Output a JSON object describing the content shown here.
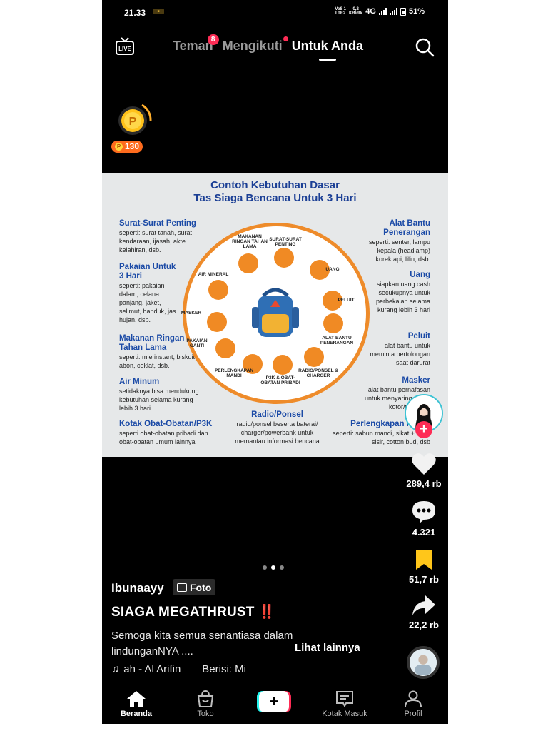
{
  "status_bar": {
    "time": "21.33",
    "network_top": "Vo8 1",
    "network_bottom": "LTE2",
    "speed_top": "0,2",
    "speed_bottom": "KB/dtk",
    "signal_type": "4G",
    "battery": "51%"
  },
  "top_nav": {
    "tabs": [
      {
        "label": "Teman",
        "badge": "8"
      },
      {
        "label": "Mengikuti"
      },
      {
        "label": "Untuk Anda"
      }
    ]
  },
  "coin_widget": {
    "points": "130",
    "prefix": "P"
  },
  "poster": {
    "title_line1": "Contoh Kebutuhan Dasar",
    "title_line2": "Tas Siaga Bencana Untuk 3 Hari",
    "left_items": [
      {
        "heading": "Surat-Surat Penting",
        "text": "seperti: surat tanah, surat kendaraan, ijasah, akte kelahiran, dsb."
      },
      {
        "heading": "Pakaian Untuk 3 Hari",
        "text": "seperti: pakaian dalam, celana panjang, jaket, selimut, handuk, jas hujan, dsb."
      },
      {
        "heading": "Makanan Ringan Tahan Lama",
        "text": "seperti: mie instant, biskuit, abon, coklat, dsb."
      },
      {
        "heading": "Air Minum",
        "text": "setidaknya bisa mendukung kebutuhan selama kurang lebih 3 hari"
      },
      {
        "heading": "Kotak Obat-Obatan/P3K",
        "text": "seperti obat-obatan pribadi dan obat-obatan umum lainnya"
      }
    ],
    "right_items": [
      {
        "heading": "Alat Bantu Penerangan",
        "text": "seperti: senter, lampu kepala (headlamp) korek api, lilin, dsb."
      },
      {
        "heading": "Uang",
        "text": "siapkan uang cash secukupnya untuk perbekalan selama kurang lebih 3 hari"
      },
      {
        "heading": "Peluit",
        "text": "alat bantu untuk meminta pertolongan saat darurat"
      },
      {
        "heading": "Masker",
        "text": "alat bantu pernafasan untuk menyaring udara kotor/tercemar"
      },
      {
        "heading": "Perlengkapan Mandi",
        "text": "seperti: sabun mandi, sikat + odol, sisir, cotton bud, dsb"
      }
    ],
    "center_item": {
      "heading": "Radio/Ponsel",
      "text": "radio/ponsel beserta baterai/ charger/powerbank untuk memantau informasi bencana"
    },
    "circle_labels": [
      "MAKANAN RINGAN TAHAN LAMA",
      "SURAT-SURAT PENTING",
      "UANG",
      "AIR MINERAL",
      "PELUIT",
      "MASKER",
      "ALAT BANTU PENERANGAN",
      "PAKAIAN GANTI",
      "PERLENGKAPAN MANDI",
      "P3K & OBAT-OBATAN PRIBADI",
      "RADIO/PONSEL & CHARGER"
    ]
  },
  "actions": {
    "likes": "289,4 rb",
    "comments": "4.321",
    "saves": "51,7 rb",
    "shares": "22,2 rb"
  },
  "post": {
    "author": "Ibunaayy",
    "type_chip": "Foto",
    "headline": "SIAGA MEGATHRUST",
    "headline_emoji": "‼️",
    "description": "Semoga kita semua senantiasa dalam lindunganNYA ....",
    "more_label": "Lihat lainnya",
    "music_title": "ah - Al Arifin",
    "music_extra": "Berisi: Mi"
  },
  "carousel": {
    "count": 3,
    "active": 1
  },
  "bottom_nav": [
    {
      "label": "Beranda"
    },
    {
      "label": "Toko"
    },
    {
      "label": "+"
    },
    {
      "label": "Kotak Masuk"
    },
    {
      "label": "Profil"
    }
  ],
  "colors": {
    "accent": "#fe2c55",
    "cyan": "#25f4ee",
    "poster_orange": "#f08a24",
    "poster_blue": "#1b3f95",
    "coin_orange": "#fe6b1d"
  }
}
